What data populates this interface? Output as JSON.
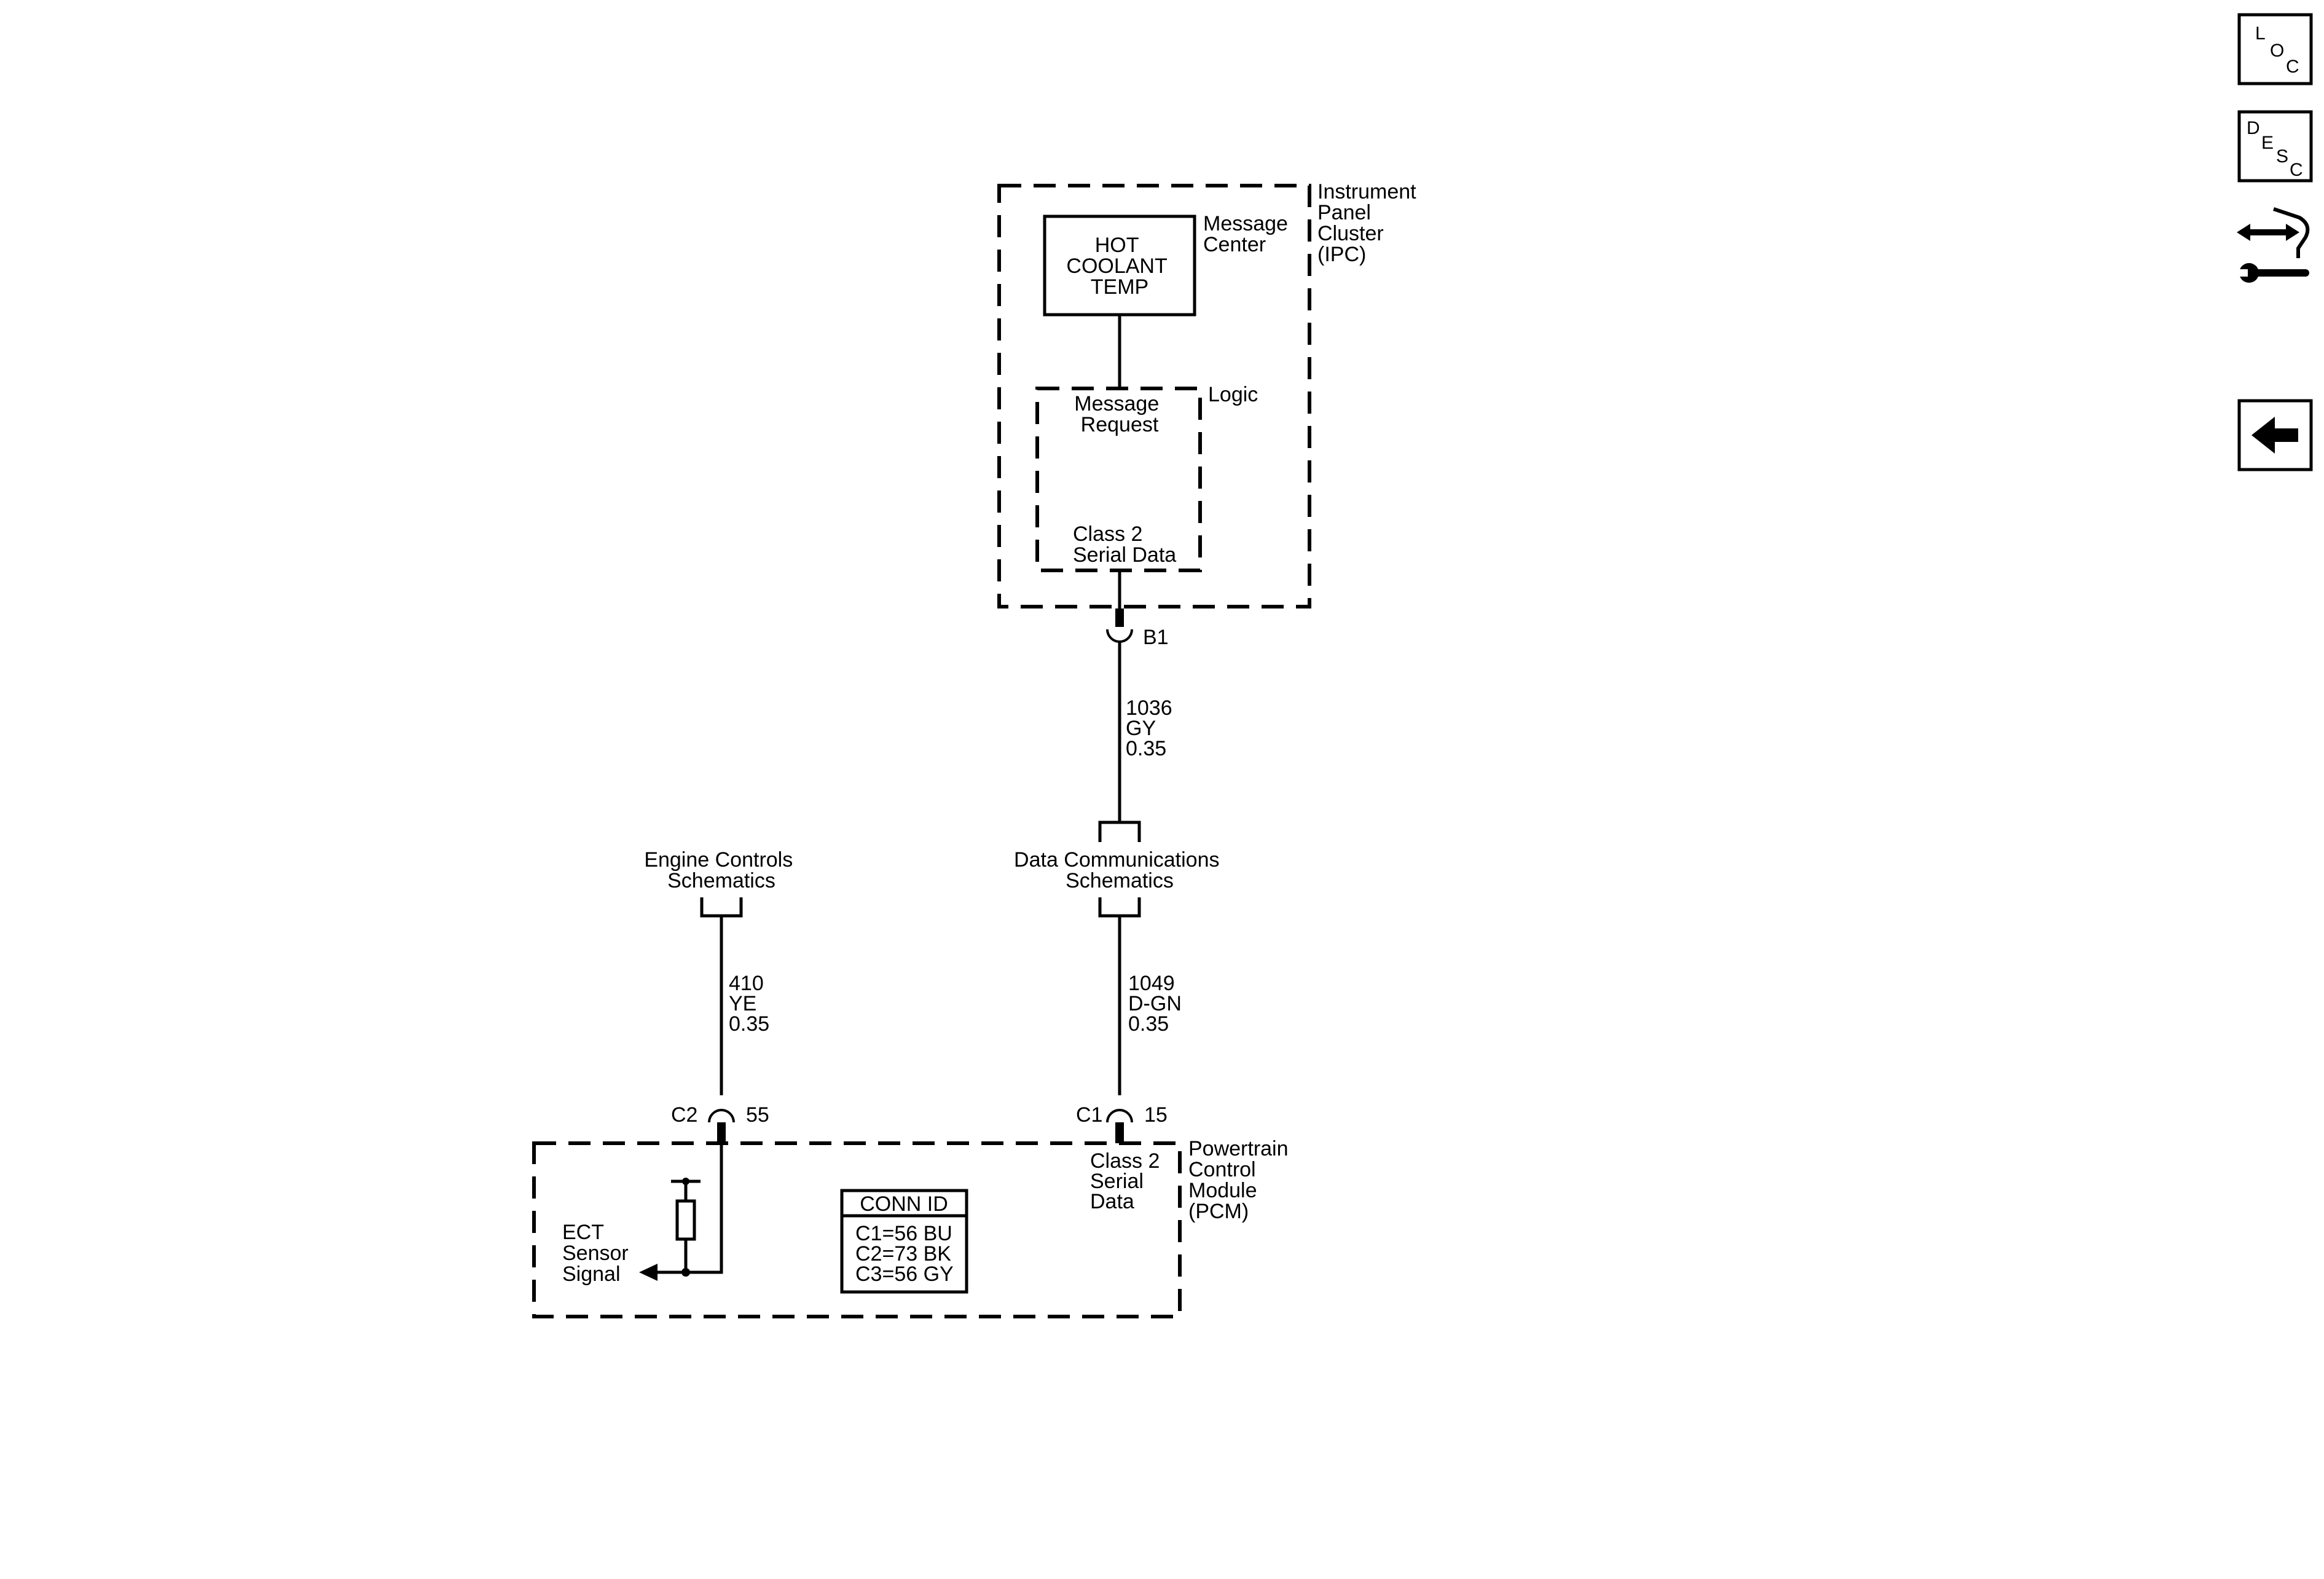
{
  "ipc": {
    "name_lines": [
      "Instrument",
      "Panel",
      "Cluster",
      "(IPC)"
    ],
    "message_center": {
      "display_lines": [
        "HOT",
        "COOLANT",
        "TEMP"
      ],
      "label_lines": [
        "Message",
        "Center"
      ]
    },
    "logic": {
      "label": "Logic",
      "message_request_lines": [
        "Message",
        "Request"
      ],
      "serial_data_lines": [
        "Class 2",
        "Serial Data"
      ]
    },
    "connector": "B1"
  },
  "wire_ipc_to_splice": {
    "circuit": "1036",
    "color": "GY",
    "gauge": "0.35"
  },
  "data_comm_ref": {
    "lines": [
      "Data Communications",
      "Schematics"
    ]
  },
  "engine_controls_ref": {
    "lines": [
      "Engine Controls",
      "Schematics"
    ]
  },
  "wire_ect": {
    "circuit": "410",
    "color": "YE",
    "gauge": "0.35"
  },
  "wire_pcm_data": {
    "circuit": "1049",
    "color": "D-GN",
    "gauge": "0.35"
  },
  "pcm": {
    "name_lines": [
      "Powertrain",
      "Control",
      "Module",
      "(PCM)"
    ],
    "connector_c2": {
      "id": "C2",
      "pin": "55"
    },
    "connector_c1": {
      "id": "C1",
      "pin": "15"
    },
    "serial_data_lines": [
      "Class 2",
      "Serial",
      "Data"
    ],
    "ect_lines": [
      "ECT",
      "Sensor",
      "Signal"
    ],
    "conn_id": {
      "header": "CONN ID",
      "rows": [
        "C1=56 BU",
        "C2=73 BK",
        "C3=56 GY"
      ]
    }
  },
  "nav": {
    "loc_letters": [
      "L",
      "O",
      "C"
    ],
    "desc_letters": [
      "D",
      "E",
      "S",
      "C"
    ]
  }
}
